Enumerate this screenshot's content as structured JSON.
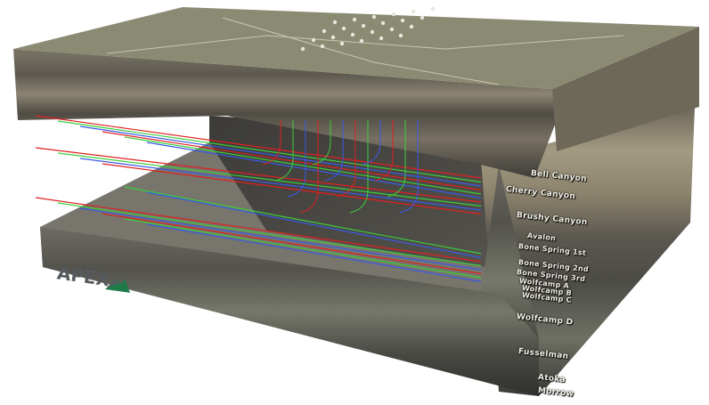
{
  "colors": {
    "red": "#e02020",
    "green": "#3ccf3c",
    "blue": "#3a5ae8",
    "logo_green": "#1f7a4a",
    "logo_gray": "#555a5e"
  },
  "logo": {
    "text": "APEX"
  },
  "formations": [
    {
      "name": "Bell Canyon"
    },
    {
      "name": "Cherry Canyon"
    },
    {
      "name": "Brushy Canyon"
    },
    {
      "name": "Avalon"
    },
    {
      "name": "Bone Spring 1st"
    },
    {
      "name": "Bone Spring 2nd"
    },
    {
      "name": "Bone Spring 3rd"
    },
    {
      "name": "Wolfcamp A"
    },
    {
      "name": "Wolfcamp B"
    },
    {
      "name": "Wolfcamp C"
    },
    {
      "name": "Wolfcamp D"
    },
    {
      "name": "Fusselman"
    },
    {
      "name": "Atoka"
    },
    {
      "name": "Morrow"
    }
  ]
}
